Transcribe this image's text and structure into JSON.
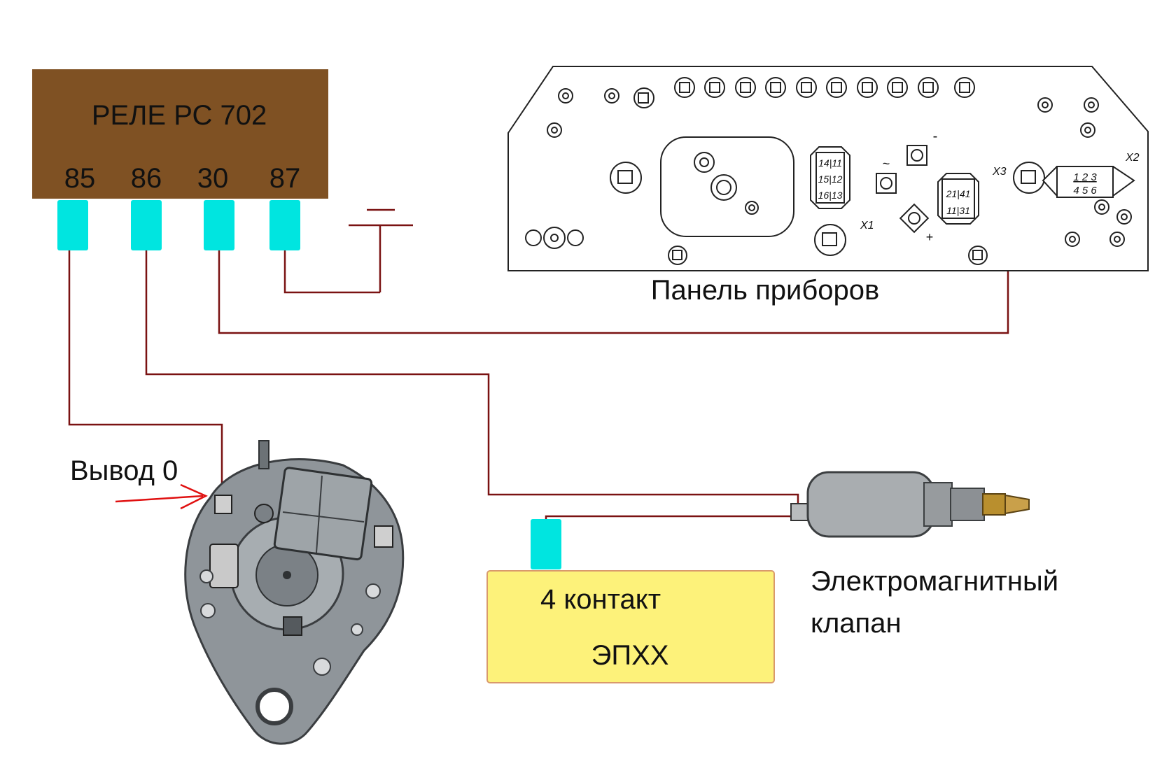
{
  "relay": {
    "title": "РЕЛЕ РС 702",
    "pins": [
      "85",
      "86",
      "30",
      "87"
    ],
    "body_color": "#7f5123",
    "terminal_color": "#00e5e0"
  },
  "instrument_panel": {
    "label": "Панель приборов",
    "connector_x1": {
      "name": "X1",
      "pins": [
        "14",
        "11",
        "15",
        "12",
        "16",
        "13"
      ]
    },
    "connector_x2": {
      "name": "X2",
      "pins": [
        "1",
        "2",
        "3",
        "4",
        "5",
        "6"
      ]
    },
    "connector_x3": {
      "name": "X3",
      "pins": [
        "21",
        "41",
        "11",
        "31"
      ]
    },
    "symbol_minus": "-",
    "symbol_plus": "+",
    "symbol_ac": "~"
  },
  "alternator": {
    "arrow_label": "Вывод 0"
  },
  "epxx_block": {
    "line1": "4 контакт",
    "line2": "ЭПХХ",
    "fill_color": "#fdf27a"
  },
  "solenoid": {
    "line1": "Электромагнитный",
    "line2": "клапан"
  },
  "colors": {
    "wire": "#7a1212",
    "arrow": "#e01010"
  }
}
